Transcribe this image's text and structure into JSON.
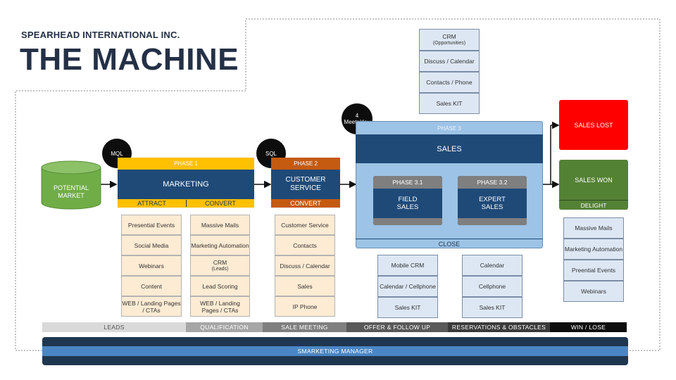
{
  "header": {
    "company": "SPEARHEAD INTERNATIONAL INC.",
    "title": "THE MACHINE"
  },
  "market": {
    "line1": "POTENTIAL",
    "line2": "MARKET"
  },
  "milestones": {
    "mql": "MQL",
    "sql": "SQL",
    "meets_line1": "4",
    "meets_line2": "Meets/day"
  },
  "phase1": {
    "label": "PHASE 1",
    "name": "MARKETING",
    "attract": "ATTRACT",
    "convert": "CONVERT",
    "attract_items": [
      "Presential Events",
      "Social Media",
      "Webinars",
      "Content",
      "WEB / Landing Pages / CTAs"
    ],
    "convert_items": [
      {
        "main": "Massive Mails",
        "sub": ""
      },
      {
        "main": "Marketing Automation",
        "sub": ""
      },
      {
        "main": "CRM",
        "sub": "(Leads)"
      },
      {
        "main": "Lead Scoring",
        "sub": ""
      },
      {
        "main": "WEB / Landing Pages / CTAs",
        "sub": ""
      }
    ]
  },
  "phase2": {
    "label": "PHASE 2",
    "name_line1": "CUSTOMER",
    "name_line2": "SERVICE",
    "convert": "CONVERT",
    "items": [
      "Customer Service",
      "Contacts",
      "Discuss / Calendar",
      "Sales",
      "IP Phone"
    ]
  },
  "phase3": {
    "label": "PHASE 3",
    "name": "SALES",
    "close": "CLOSE",
    "tools": [
      {
        "main": "CRM",
        "sub": "(Opportunities)"
      },
      {
        "main": "Discuss / Calendar",
        "sub": ""
      },
      {
        "main": "Contacts / Phone",
        "sub": ""
      },
      {
        "main": "Sales KIT",
        "sub": ""
      }
    ],
    "phase31": {
      "label": "PHASE 3.1",
      "line1": "FIELD",
      "line2": "SALES",
      "items": [
        "Mobile CRM",
        "Calendar / Cellphone",
        "Sales KIT"
      ]
    },
    "phase32": {
      "label": "PHASE 3.2",
      "line1": "EXPERT",
      "line2": "SALES",
      "items": [
        "Calendar",
        "Cellphone",
        "Sales KIT"
      ]
    }
  },
  "outcomes": {
    "lost": "SALES LOST",
    "won": "SALES WON",
    "delight": "DELIGHT",
    "won_items": [
      "Massive Mails",
      "Marketing Automation",
      "Preential Events",
      "Webinars"
    ]
  },
  "stages": [
    {
      "label": "LEADS",
      "bg": "#d9d9d9",
      "fg": "#555555"
    },
    {
      "label": "QUALIFICATION",
      "bg": "#a6a6a6",
      "fg": "#ffffff"
    },
    {
      "label": "SALE MEETING",
      "bg": "#7f7f7f",
      "fg": "#ffffff"
    },
    {
      "label": "OFFER & FOLLOW UP",
      "bg": "#595959",
      "fg": "#ffffff"
    },
    {
      "label": "RESERVATIONS & OBSTACLES",
      "bg": "#3a3a3a",
      "fg": "#ffffff"
    },
    {
      "label": "WIN / LOSE",
      "bg": "#0d0d0d",
      "fg": "#ffffff"
    }
  ],
  "manager": "SMARKETING MANAGER",
  "colors": {
    "navy": "#1f4a78",
    "yellow": "#ffc000",
    "orange": "#c55a11",
    "green": "#548235",
    "red": "#ff0000",
    "light_blue": "#9dc3e6",
    "cream": "#fdebd3"
  }
}
